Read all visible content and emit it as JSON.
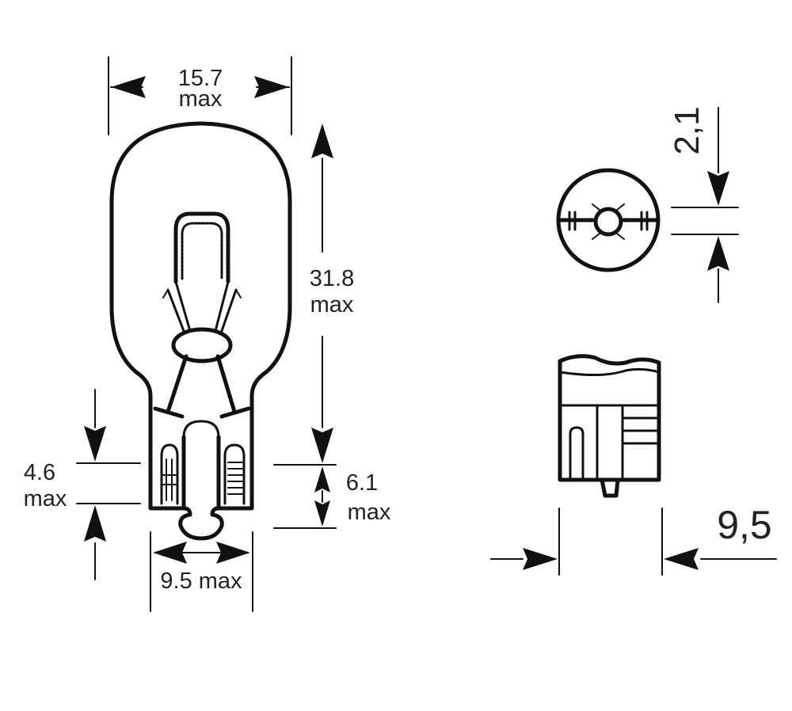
{
  "dimensions": {
    "width_top": "15.7",
    "width_top_unit": "max",
    "height_total": "31.8",
    "height_total_unit": "max",
    "base_left": "4.6",
    "base_left_unit": "max",
    "base_right": "6.1",
    "base_right_unit": "max",
    "base_width": "9.5 max",
    "top_view_gap": "2,1",
    "side_view_width": "9,5"
  }
}
